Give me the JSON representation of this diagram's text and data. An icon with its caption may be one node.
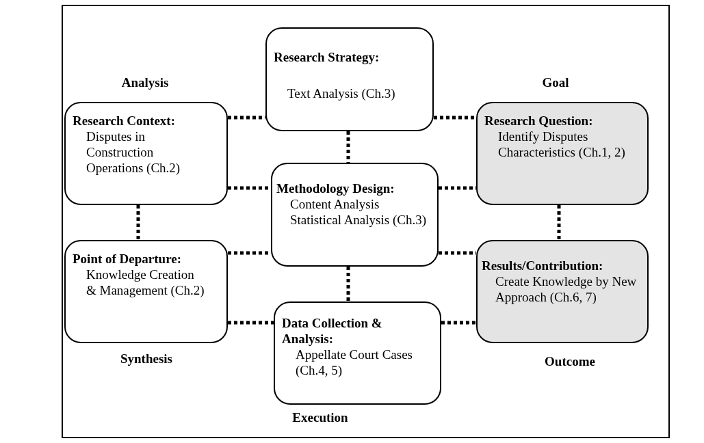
{
  "diagram": {
    "nodes": [
      {
        "text": [
          "Research Strategy:",
          "Text Analysis (Ch.3)"
        ]
      },
      {
        "text": [
          "Research Context:",
          "Disputes in Construction Operations (Ch.2)"
        ]
      },
      {
        "text": [
          "Research Question:",
          "Identify Disputes Characteristics (Ch.1, 2)"
        ]
      },
      {
        "text": [
          "Methodology Design:",
          "Content Analysis Statistical Analysis (Ch.3)"
        ]
      },
      {
        "text": [
          "Point of Departure:",
          "Knowledge Creation & Management (Ch.2)"
        ]
      },
      {
        "text": [
          "Results/Contribution:",
          "Create Knowledge by New Approach (Ch.6, 7)"
        ]
      },
      {
        "text": [
          "Data Collection & Analysis:",
          "Appellate Court Cases (Ch.4, 5)"
        ]
      }
    ],
    "edges": [
      {
        "from": 1,
        "to": 0,
        "arrow": "none"
      },
      {
        "from": 0,
        "to": 2,
        "arrow": "none"
      },
      {
        "from": 0,
        "to": 3,
        "arrow": "none"
      },
      {
        "from": 1,
        "to": 3,
        "arrow": "none"
      },
      {
        "from": 3,
        "to": 2,
        "arrow": "none"
      },
      {
        "from": 1,
        "to": 4,
        "arrow": "none"
      },
      {
        "from": 2,
        "to": 5,
        "arrow": "none"
      },
      {
        "from": 4,
        "to": 3,
        "arrow": "none"
      },
      {
        "from": 3,
        "to": 5,
        "arrow": "none"
      },
      {
        "from": 3,
        "to": 6,
        "arrow": "none"
      },
      {
        "from": 4,
        "to": 6,
        "arrow": "none"
      },
      {
        "from": 6,
        "to": 5,
        "arrow": "none"
      }
    ],
    "labels": [
      "Analysis",
      "Goal",
      "Synthesis",
      "Outcome",
      "Execution"
    ]
  }
}
